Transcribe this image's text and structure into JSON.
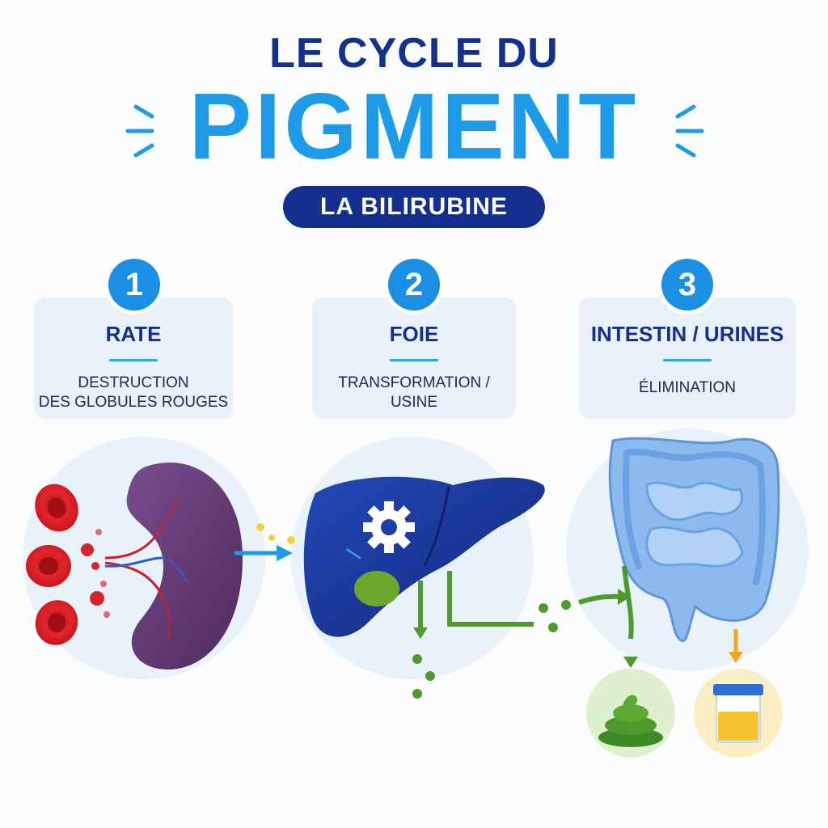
{
  "title": {
    "line1": "LE CYCLE DU",
    "line2": "PIGMENT",
    "subtitle": "LA BILIRUBINE"
  },
  "steps": [
    {
      "number": "1",
      "title": "RATE",
      "description": [
        "DESTRUCTION",
        "DES GLOBULES ROUGES"
      ]
    },
    {
      "number": "2",
      "title": "FOIE",
      "description": [
        "TRANSFORMATION /",
        "USINE"
      ]
    },
    {
      "number": "3",
      "title": "INTESTIN / URINES",
      "description": [
        "ÉLIMINATION"
      ]
    }
  ],
  "colors": {
    "navy": "#14308f",
    "accent_blue": "#1e9be8",
    "card_bg": "#e9f0f9",
    "bile_green": "#4f9a2d",
    "bilirubin_yellow": "#f2d23a",
    "urine_yellow": "#f4c330"
  },
  "icons": [
    "red-blood-cell-icon",
    "spleen-icon",
    "liver-icon",
    "gear-icon",
    "gallbladder-icon",
    "intestine-icon",
    "stool-icon",
    "urine-cup-icon"
  ]
}
